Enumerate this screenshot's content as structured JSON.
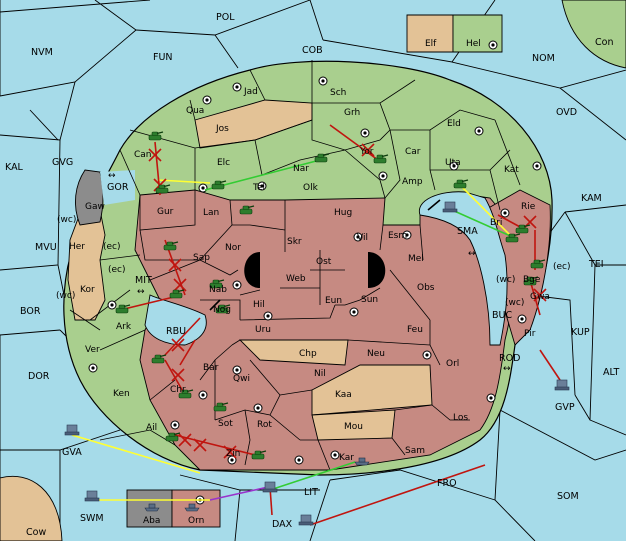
{
  "colors": {
    "sea": "#a6dbe9",
    "green": "#a9cf8e",
    "brown": "#c68a82",
    "tan": "#e3c296",
    "gray": "#8c8c8c",
    "army": "#2d7d2d",
    "fleet": "#5a6d86",
    "order_red": "#c0150f",
    "order_yellow": "#ffff33",
    "order_green": "#33cc33",
    "order_purple": "#9933cc"
  },
  "legend": {
    "left": "Elf",
    "right": "Hel"
  },
  "sea_labels": {
    "pol": "POL",
    "nvm": "NVM",
    "fun": "FUN",
    "cob": "COB",
    "nom": "NOM",
    "con": "Con",
    "kal": "KAL",
    "gvg": "GVG",
    "gor": "GOR",
    "ovd": "OVD",
    "kam": "KAM",
    "mvu": "MVU",
    "mit": "MIT",
    "sma": "SMA",
    "tei": "TEI",
    "bor": "BOR",
    "rbu": "RBU",
    "buc": "BUC",
    "kup": "KUP",
    "dor": "DOR",
    "rod": "ROD",
    "alt": "ALT",
    "gvp": "GVP",
    "gva": "GVA",
    "fro": "FRO",
    "som": "SOM",
    "swm": "SWM",
    "lit": "LIT",
    "dax": "DAX",
    "cow": "Cow"
  },
  "land_labels": {
    "jad": "Jad",
    "sch": "Sch",
    "qua": "Qua",
    "jos": "Jos",
    "grh": "Grh",
    "eld": "Eld",
    "car": "Car",
    "can": "Can",
    "elc": "Elc",
    "nar": "Nar",
    "yor": "Yor",
    "uta": "Uta",
    "kat": "Kat",
    "amp": "Amp",
    "tel": "Tel",
    "olk": "Olk",
    "gaw": "Gaw",
    "gur": "Gur",
    "lan": "Lan",
    "hug": "Hug",
    "rie": "Rie",
    "bri": "Bri",
    "wc1": "(wc)",
    "wc2": "(wc)",
    "her": "Her",
    "ec1": "(ec)",
    "nor": "Nor",
    "vil": "Vil",
    "esm": "Esm",
    "skr": "Skr",
    "ost": "Ost",
    "sap": "Sap",
    "mel": "Mel",
    "bge": "Bge",
    "ec2": "(ec)",
    "kor": "Kor",
    "ec3": "(ec)",
    "web": "Web",
    "wc3": "(wc)",
    "gwa": "Gwa",
    "nab": "Nab",
    "eun": "Eun",
    "sun": "Sun",
    "obs": "Obs",
    "hil": "Hil",
    "wc4": "(wc)",
    "ark": "Ark",
    "nog": "Nog",
    "uru": "Uru",
    "feu": "Feu",
    "pir": "Pir",
    "ver": "Ver",
    "chp": "Chp",
    "neu": "Neu",
    "bar": "Bar",
    "qwi": "Qwi",
    "nil": "Nil",
    "orl": "Orl",
    "ken": "Ken",
    "chr": "Chr",
    "kaa": "Kaa",
    "sot": "Sot",
    "rot": "Rot",
    "mou": "Mou",
    "los": "Los",
    "ail": "Ail",
    "zin": "Zin",
    "sam": "Sam",
    "kar": "Kar",
    "aba": "Aba",
    "orn": "Orn"
  },
  "arrows": {
    "double": "↔"
  }
}
